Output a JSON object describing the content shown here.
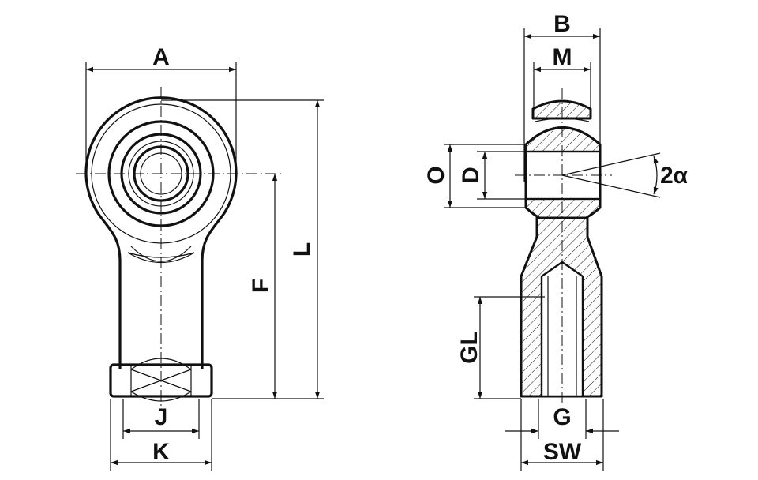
{
  "labels": {
    "A": "A",
    "B": "B",
    "M": "M",
    "L": "L",
    "F": "F",
    "J": "J",
    "K": "K",
    "O": "O",
    "D": "D",
    "angle": "2α",
    "GL": "GL",
    "G": "G",
    "SW": "SW"
  }
}
